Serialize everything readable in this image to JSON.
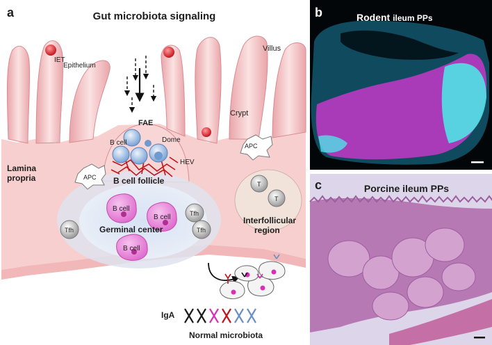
{
  "panel_a": {
    "letter": "a",
    "title": "Gut microbiota signaling",
    "labels": {
      "iet": "IET",
      "epithelium": "Epithelium",
      "villus": "Villus",
      "crypt": "Crypt",
      "fae": "FAE",
      "dome": "Dome",
      "hev": "HEV",
      "apc": "APC",
      "lamina_propria_1": "Lamina",
      "lamina_propria_2": "propria",
      "b_cell_follicle": "B cell follicle",
      "germinal_center": "Germinal center",
      "b_cell": "B cell",
      "tfh": "Tfh",
      "t": "T",
      "interfollicular_1": "Interfollicular",
      "interfollicular_2": "region",
      "iga": "IgA",
      "normal_microbiota": "Normal microbiota"
    },
    "colors": {
      "tissue": "#f6c9c9",
      "follicle": "#dfe3ef",
      "b_cell_gc": "#e77fd9",
      "b_cell_dome": "#8fb4e0",
      "hev": "#c0151a",
      "iga": [
        "#1a1a1a",
        "#1a1a1a",
        "#d62fb8",
        "#c0151a",
        "#6a8fc4",
        "#6a8fc4"
      ]
    }
  },
  "panel_b": {
    "letter": "b",
    "title_main": "Rodent",
    "title_sub": "ileum PPs",
    "colors": {
      "background": "#020608",
      "tissue": "#0f4a5e",
      "magenta": "#d13bd9",
      "cyan": "#3fe0e6"
    }
  },
  "panel_c": {
    "letter": "c",
    "title": "Porcine ileum PPs",
    "colors": {
      "background": "#ded7ea",
      "tissue": "#b97bb4",
      "follicle": "#d6a7d2"
    }
  }
}
